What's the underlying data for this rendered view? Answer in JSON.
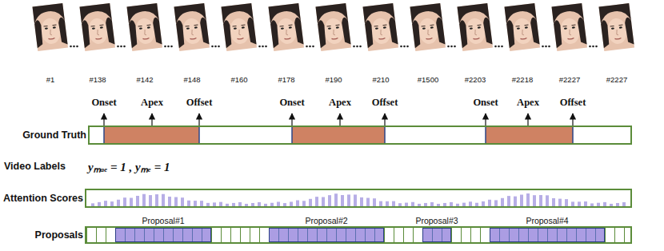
{
  "diagram": {
    "nodes": [
      {
        "text": [
          "Ground Truth"
        ]
      },
      {
        "text": [
          "Attention Scores"
        ]
      },
      {
        "text": [
          "Proposals"
        ]
      },
      {
        "text": [
          "Proposal#1"
        ],
        "in": 2
      },
      {
        "text": [
          "Proposal#2"
        ],
        "in": 2
      },
      {
        "text": [
          "Proposal#3"
        ],
        "in": 2
      },
      {
        "text": [
          "Proposal#4"
        ],
        "in": 2
      }
    ],
    "labels": [
      "#1",
      "#138",
      "#142",
      "#148",
      "#160",
      "#178",
      "#190",
      "#210",
      "#1500",
      "#2203",
      "#2218",
      "#2227",
      "#2227",
      "Onset",
      "Apex",
      "Offset",
      "Onset",
      "Apex",
      "Offset",
      "Onset",
      "Apex",
      "Offset",
      "Video Labels",
      "yₘₐₑ = 1 , yₘₑ = 1"
    ]
  }
}
